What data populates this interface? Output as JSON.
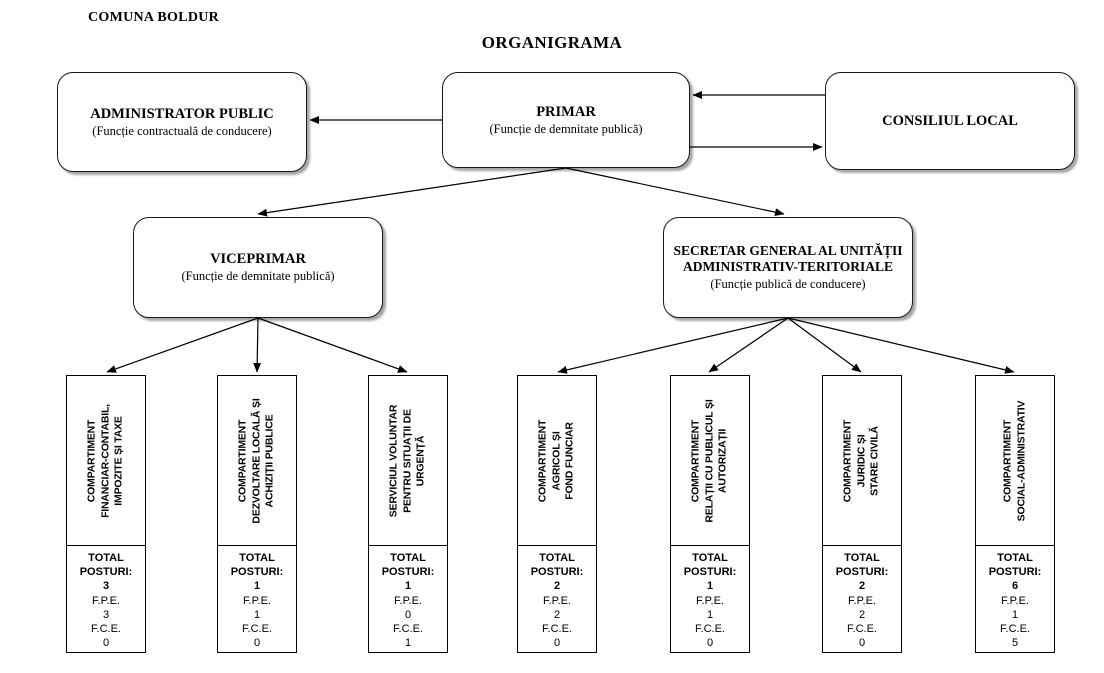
{
  "page": {
    "org_name": "COMUNA BOLDUR",
    "title": "ORGANIGRAMA"
  },
  "nodes": {
    "administrator": {
      "title": "ADMINISTRATOR PUBLIC",
      "subtitle": "(Funcție contractuală de conducere)"
    },
    "primar": {
      "title": "PRIMAR",
      "subtitle": "(Funcție de demnitate publică)"
    },
    "consiliul": {
      "title": "CONSILIUL LOCAL"
    },
    "viceprimar": {
      "title": "VICEPRIMAR",
      "subtitle": "(Funcție de demnitate publică)"
    },
    "secretar": {
      "title": "SECRETAR GENERAL AL UNITĂȚII\nADMINISTRATIV-TERITORIALE",
      "subtitle": "(Funcție publică de conducere)"
    }
  },
  "labels": {
    "total1": "TOTAL",
    "total2": "POSTURI:",
    "fpe": "F.P.E.",
    "fce": "F.C.E."
  },
  "departments": [
    {
      "name": "COMPARTIMENT\nFINANCIAR-CONTABIL,\nIMPOZITE ȘI TAXE",
      "total": "3",
      "fpe": "3",
      "fce": "0",
      "parent": "viceprimar"
    },
    {
      "name": "COMPARTIMENT\nDEZVOLTARE LOCALĂ ȘI\nACHIZIȚII PUBLICE",
      "total": "1",
      "fpe": "1",
      "fce": "0",
      "parent": "viceprimar"
    },
    {
      "name": "SERVICIUL VOLUNTAR\nPENTRU SITUAȚII DE\nURGENȚĂ",
      "total": "1",
      "fpe": "0",
      "fce": "1",
      "parent": "viceprimar"
    },
    {
      "name": "COMPARTIMENT\nAGRICOL ȘI\nFOND FUNCIAR",
      "total": "2",
      "fpe": "2",
      "fce": "0",
      "parent": "secretar"
    },
    {
      "name": "COMPARTIMENT\nRELAȚII CU PUBLICUL ȘI\nAUTORIZAȚII",
      "total": "1",
      "fpe": "1",
      "fce": "0",
      "parent": "secretar"
    },
    {
      "name": "COMPARTIMENT\nJURIDIC ȘI\nSTARE CIVILĂ",
      "total": "2",
      "fpe": "2",
      "fce": "0",
      "parent": "secretar"
    },
    {
      "name": "COMPARTIMENT\nSOCIAL-ADMINISTRATIV",
      "total": "6",
      "fpe": "1",
      "fce": "5",
      "parent": "secretar"
    }
  ],
  "colors": {
    "line": "#000000",
    "border": "#1a1a1a",
    "background": "#ffffff"
  }
}
